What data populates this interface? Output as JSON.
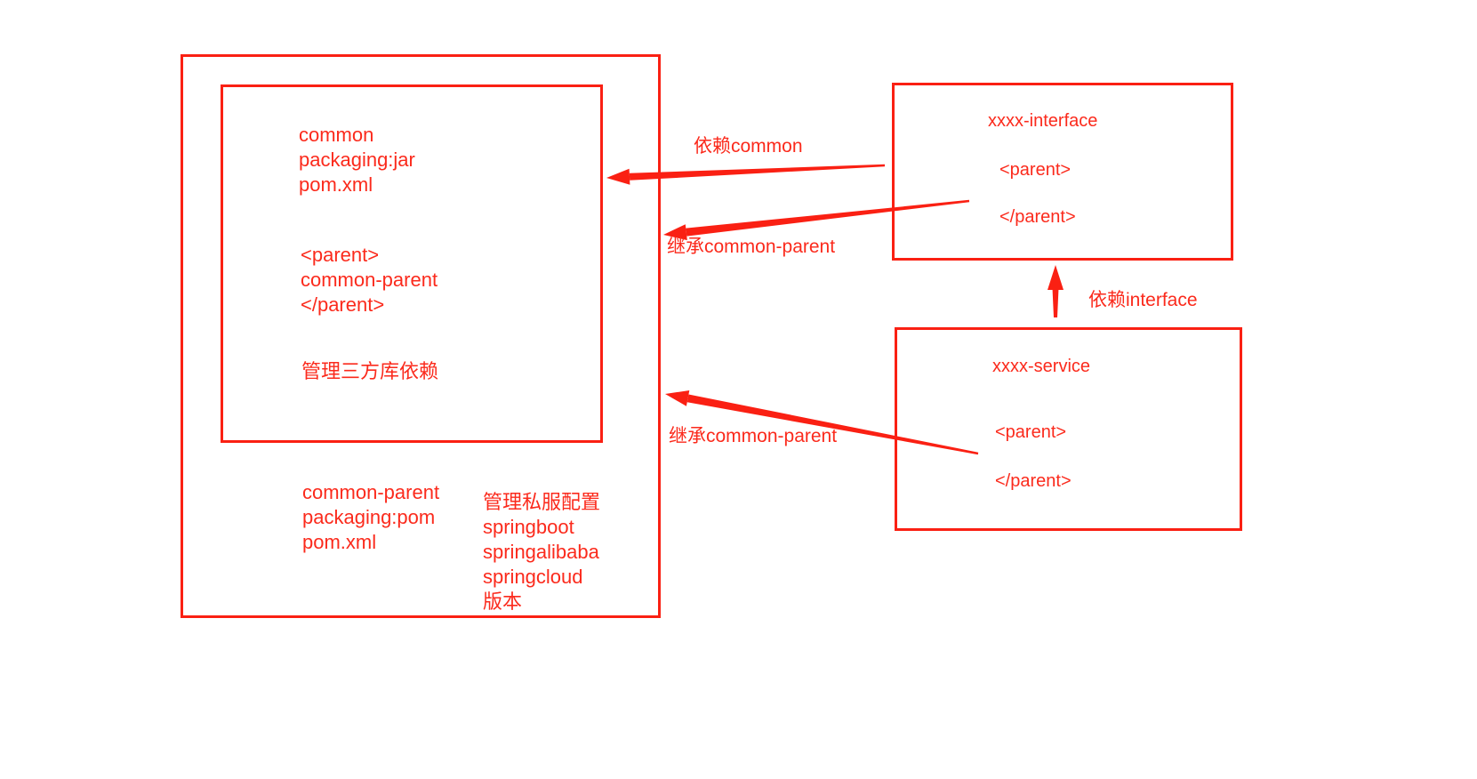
{
  "colors": {
    "background": "#ffffff",
    "accent_red": "#fa2013",
    "text_red": "#fb2a1c"
  },
  "inner_box": {
    "top_lines": [
      "common",
      "packaging:jar",
      "pom.xml"
    ],
    "parent_lines": [
      "<parent>",
      "common-parent",
      "</parent>"
    ],
    "note": "管理三方库依赖"
  },
  "outer_box": {
    "bottom_left_lines": [
      "common-parent",
      "packaging:pom",
      "pom.xml"
    ],
    "bottom_right_lines": [
      "管理私服配置",
      "springboot",
      "springalibaba",
      "springcloud",
      "版本"
    ]
  },
  "interface_box": {
    "title": "xxxx-interface",
    "parent_open": "<parent>",
    "parent_close": "</parent>"
  },
  "service_box": {
    "title": "xxxx-service",
    "parent_open": "<parent>",
    "parent_close": "</parent>"
  },
  "labels": {
    "depends_common": "依赖common",
    "inherits_common_parent_top": "继承common-parent",
    "depends_interface": "依赖interface",
    "inherits_common_parent_bottom": "继承common-parent"
  }
}
